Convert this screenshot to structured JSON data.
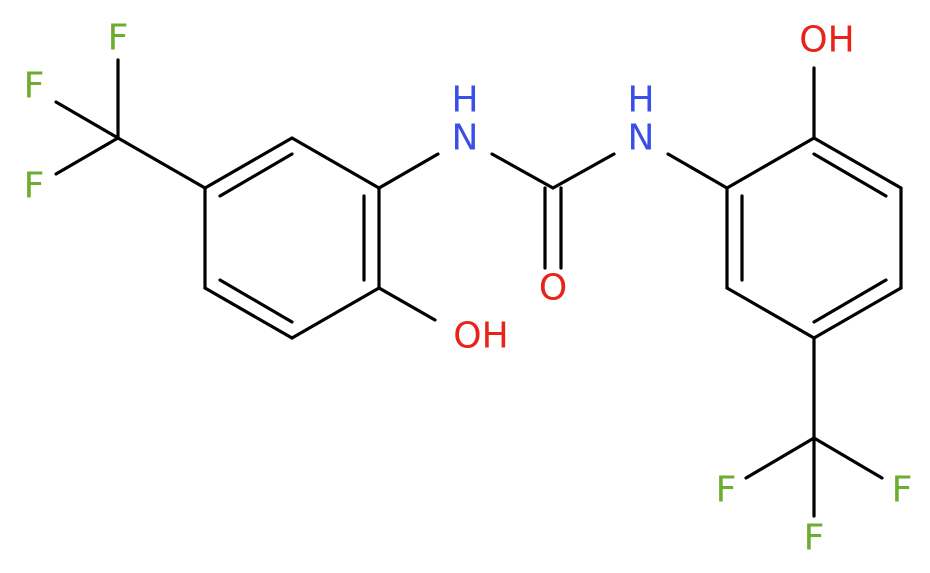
{
  "colors": {
    "bond": "#000000",
    "F": "#6cad2f",
    "N": "#3a4fe6",
    "O": "#e8231c"
  },
  "atoms": {
    "f_top": {
      "label": "F",
      "element": "F"
    },
    "f_left_upper": {
      "label": "F",
      "element": "F"
    },
    "f_left_lower": {
      "label": "F",
      "element": "F"
    },
    "nh_left": {
      "label": "N",
      "h": "H",
      "element": "N"
    },
    "nh_right": {
      "label": "N",
      "h": "H",
      "element": "N"
    },
    "o_carbonyl": {
      "label": "O",
      "element": "O"
    },
    "oh_left": {
      "label": "OH",
      "element": "O"
    },
    "oh_right": {
      "label": "OH",
      "element": "O"
    },
    "f_bottom_left": {
      "label": "F",
      "element": "F"
    },
    "f_bottom_right": {
      "label": "F",
      "element": "F"
    },
    "f_bottom": {
      "label": "F",
      "element": "F"
    }
  }
}
